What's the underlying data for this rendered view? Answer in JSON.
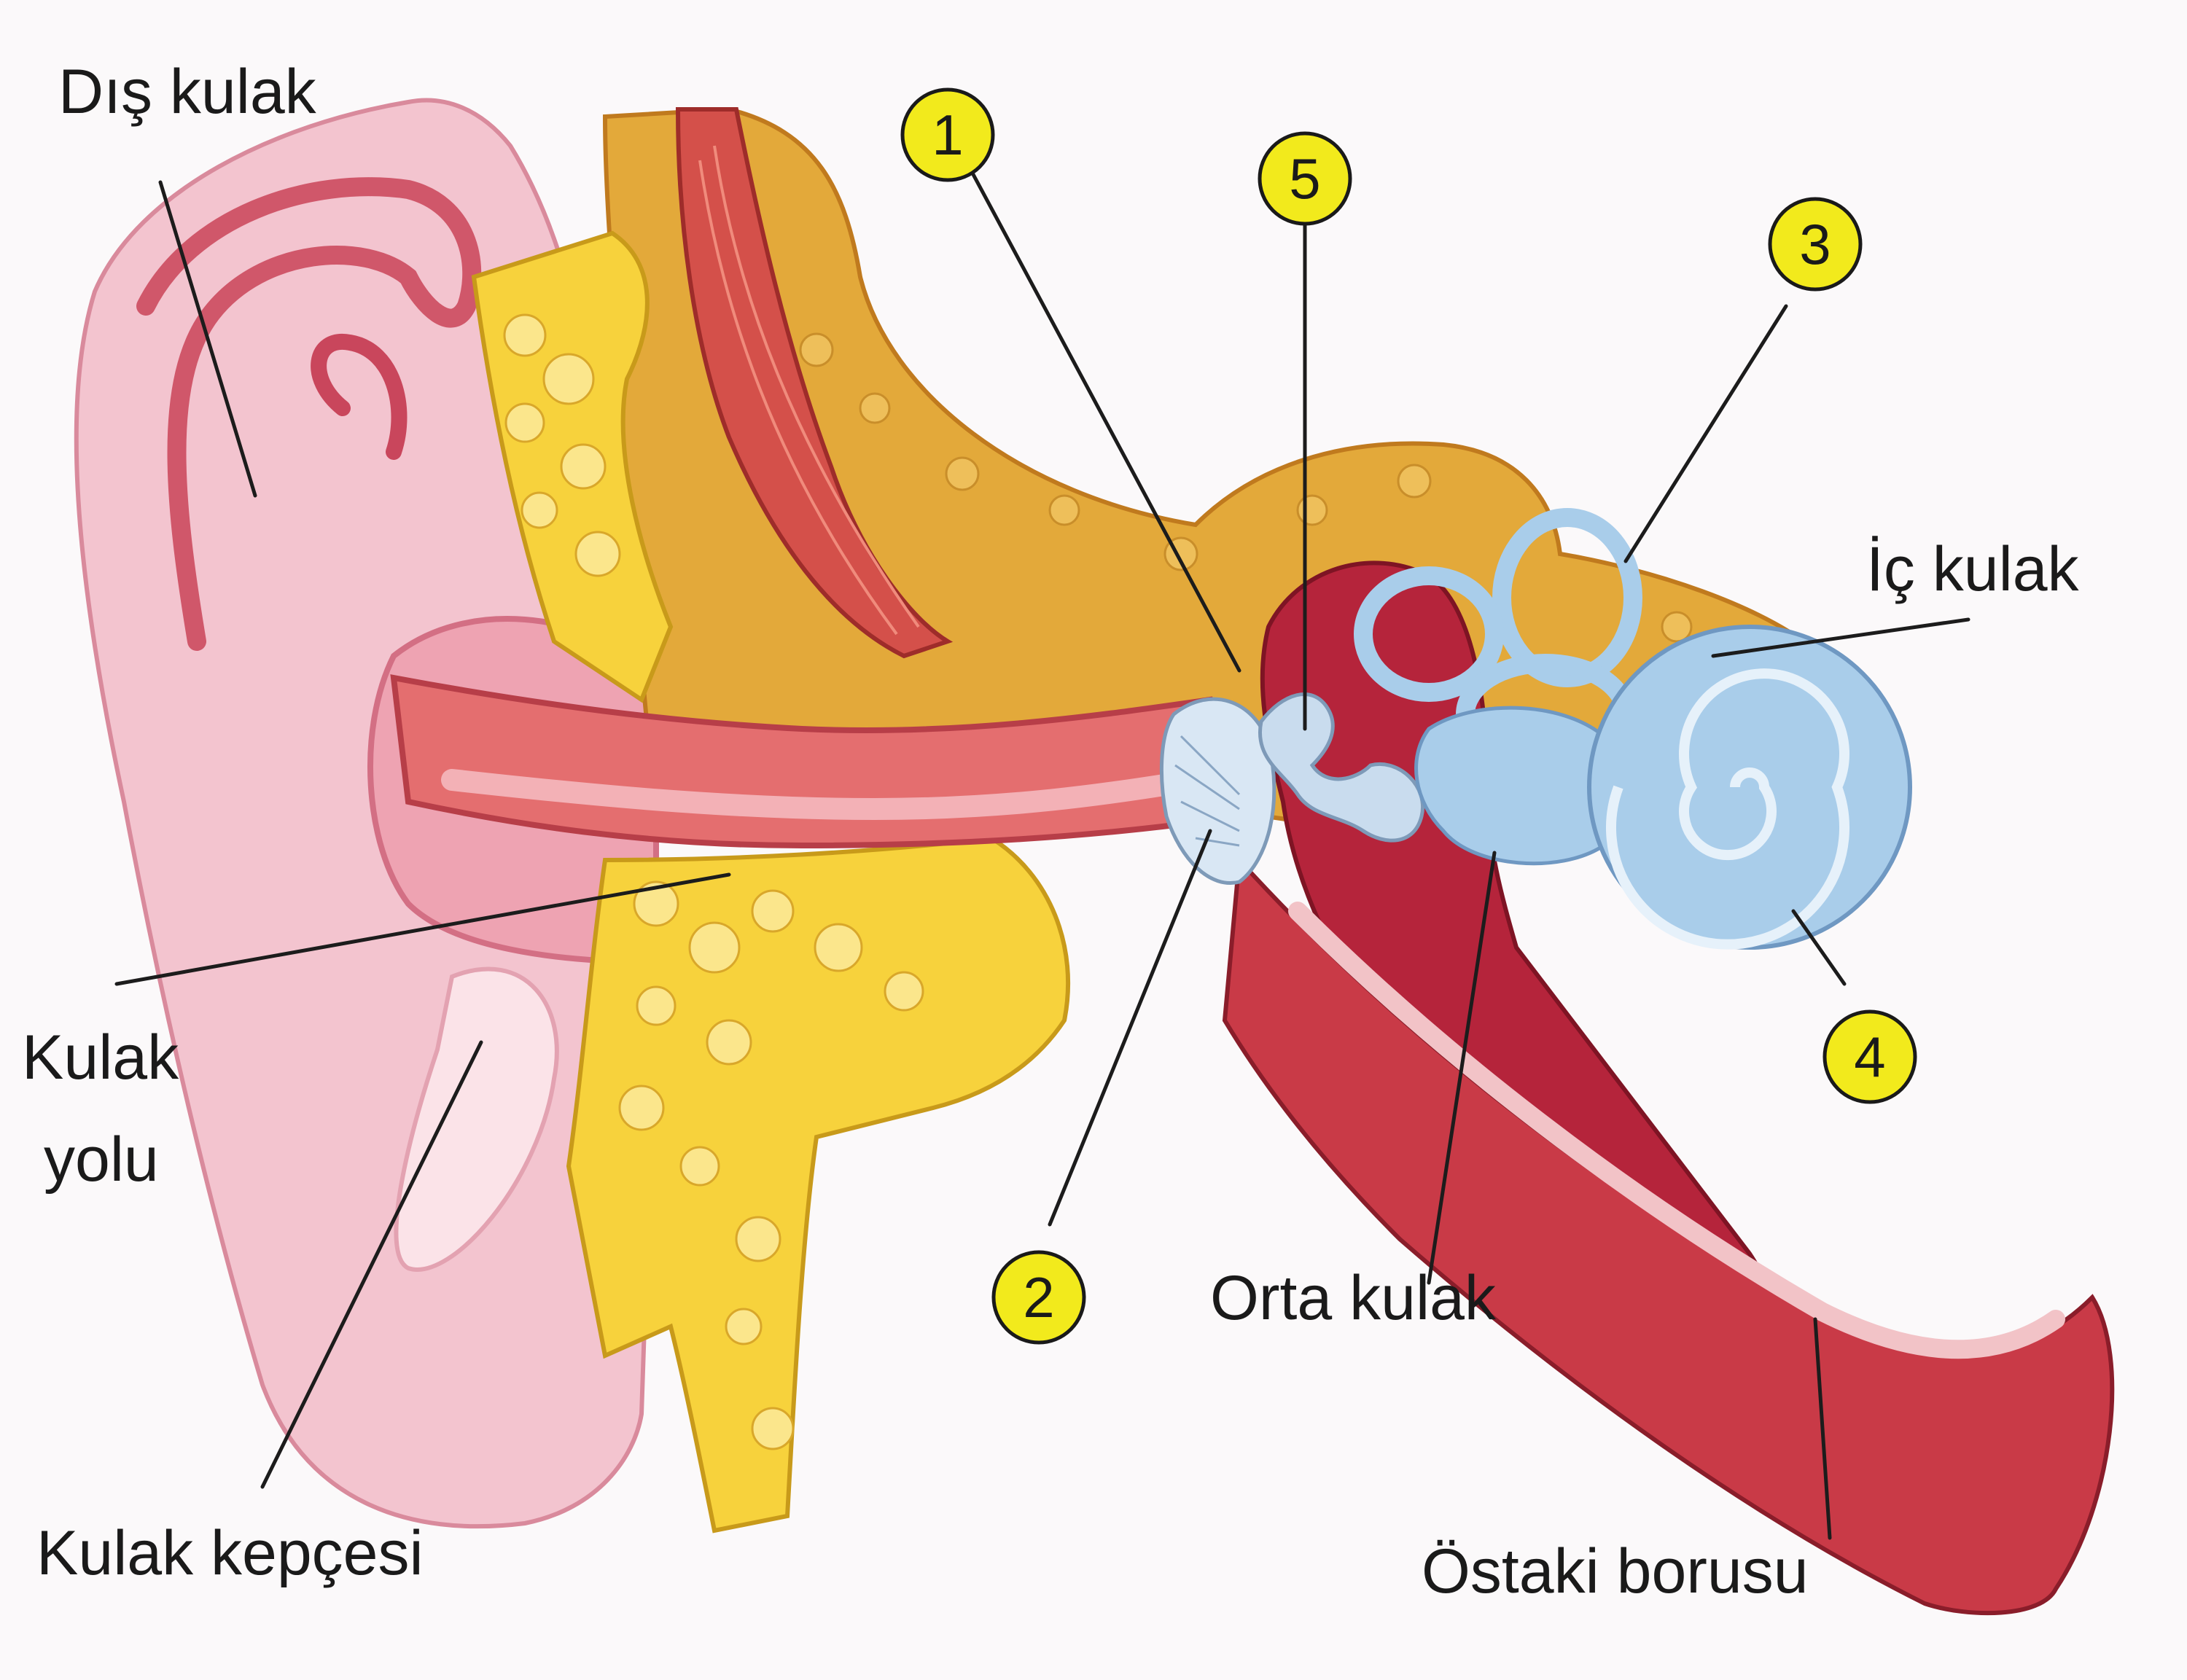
{
  "labels": {
    "outer_ear": "Dış kulak",
    "ear_canal_line1": "Kulak",
    "ear_canal_line2": "yolu",
    "pinna": "Kulak kepçesi",
    "middle_ear": "Orta kulak",
    "inner_ear": "İç kulak",
    "eustachian_tube": "Östaki borusu"
  },
  "markers": [
    "1",
    "2",
    "3",
    "4",
    "5"
  ],
  "colors": {
    "marker_fill": "#f2ea1c",
    "pinna_skin": "#f3c4cf",
    "bone": "#e3a93a",
    "fat": "#f7d23c",
    "canal": "#e46e6f",
    "middle_ear": "#b5243b",
    "inner_ear": "#a9cdea"
  }
}
